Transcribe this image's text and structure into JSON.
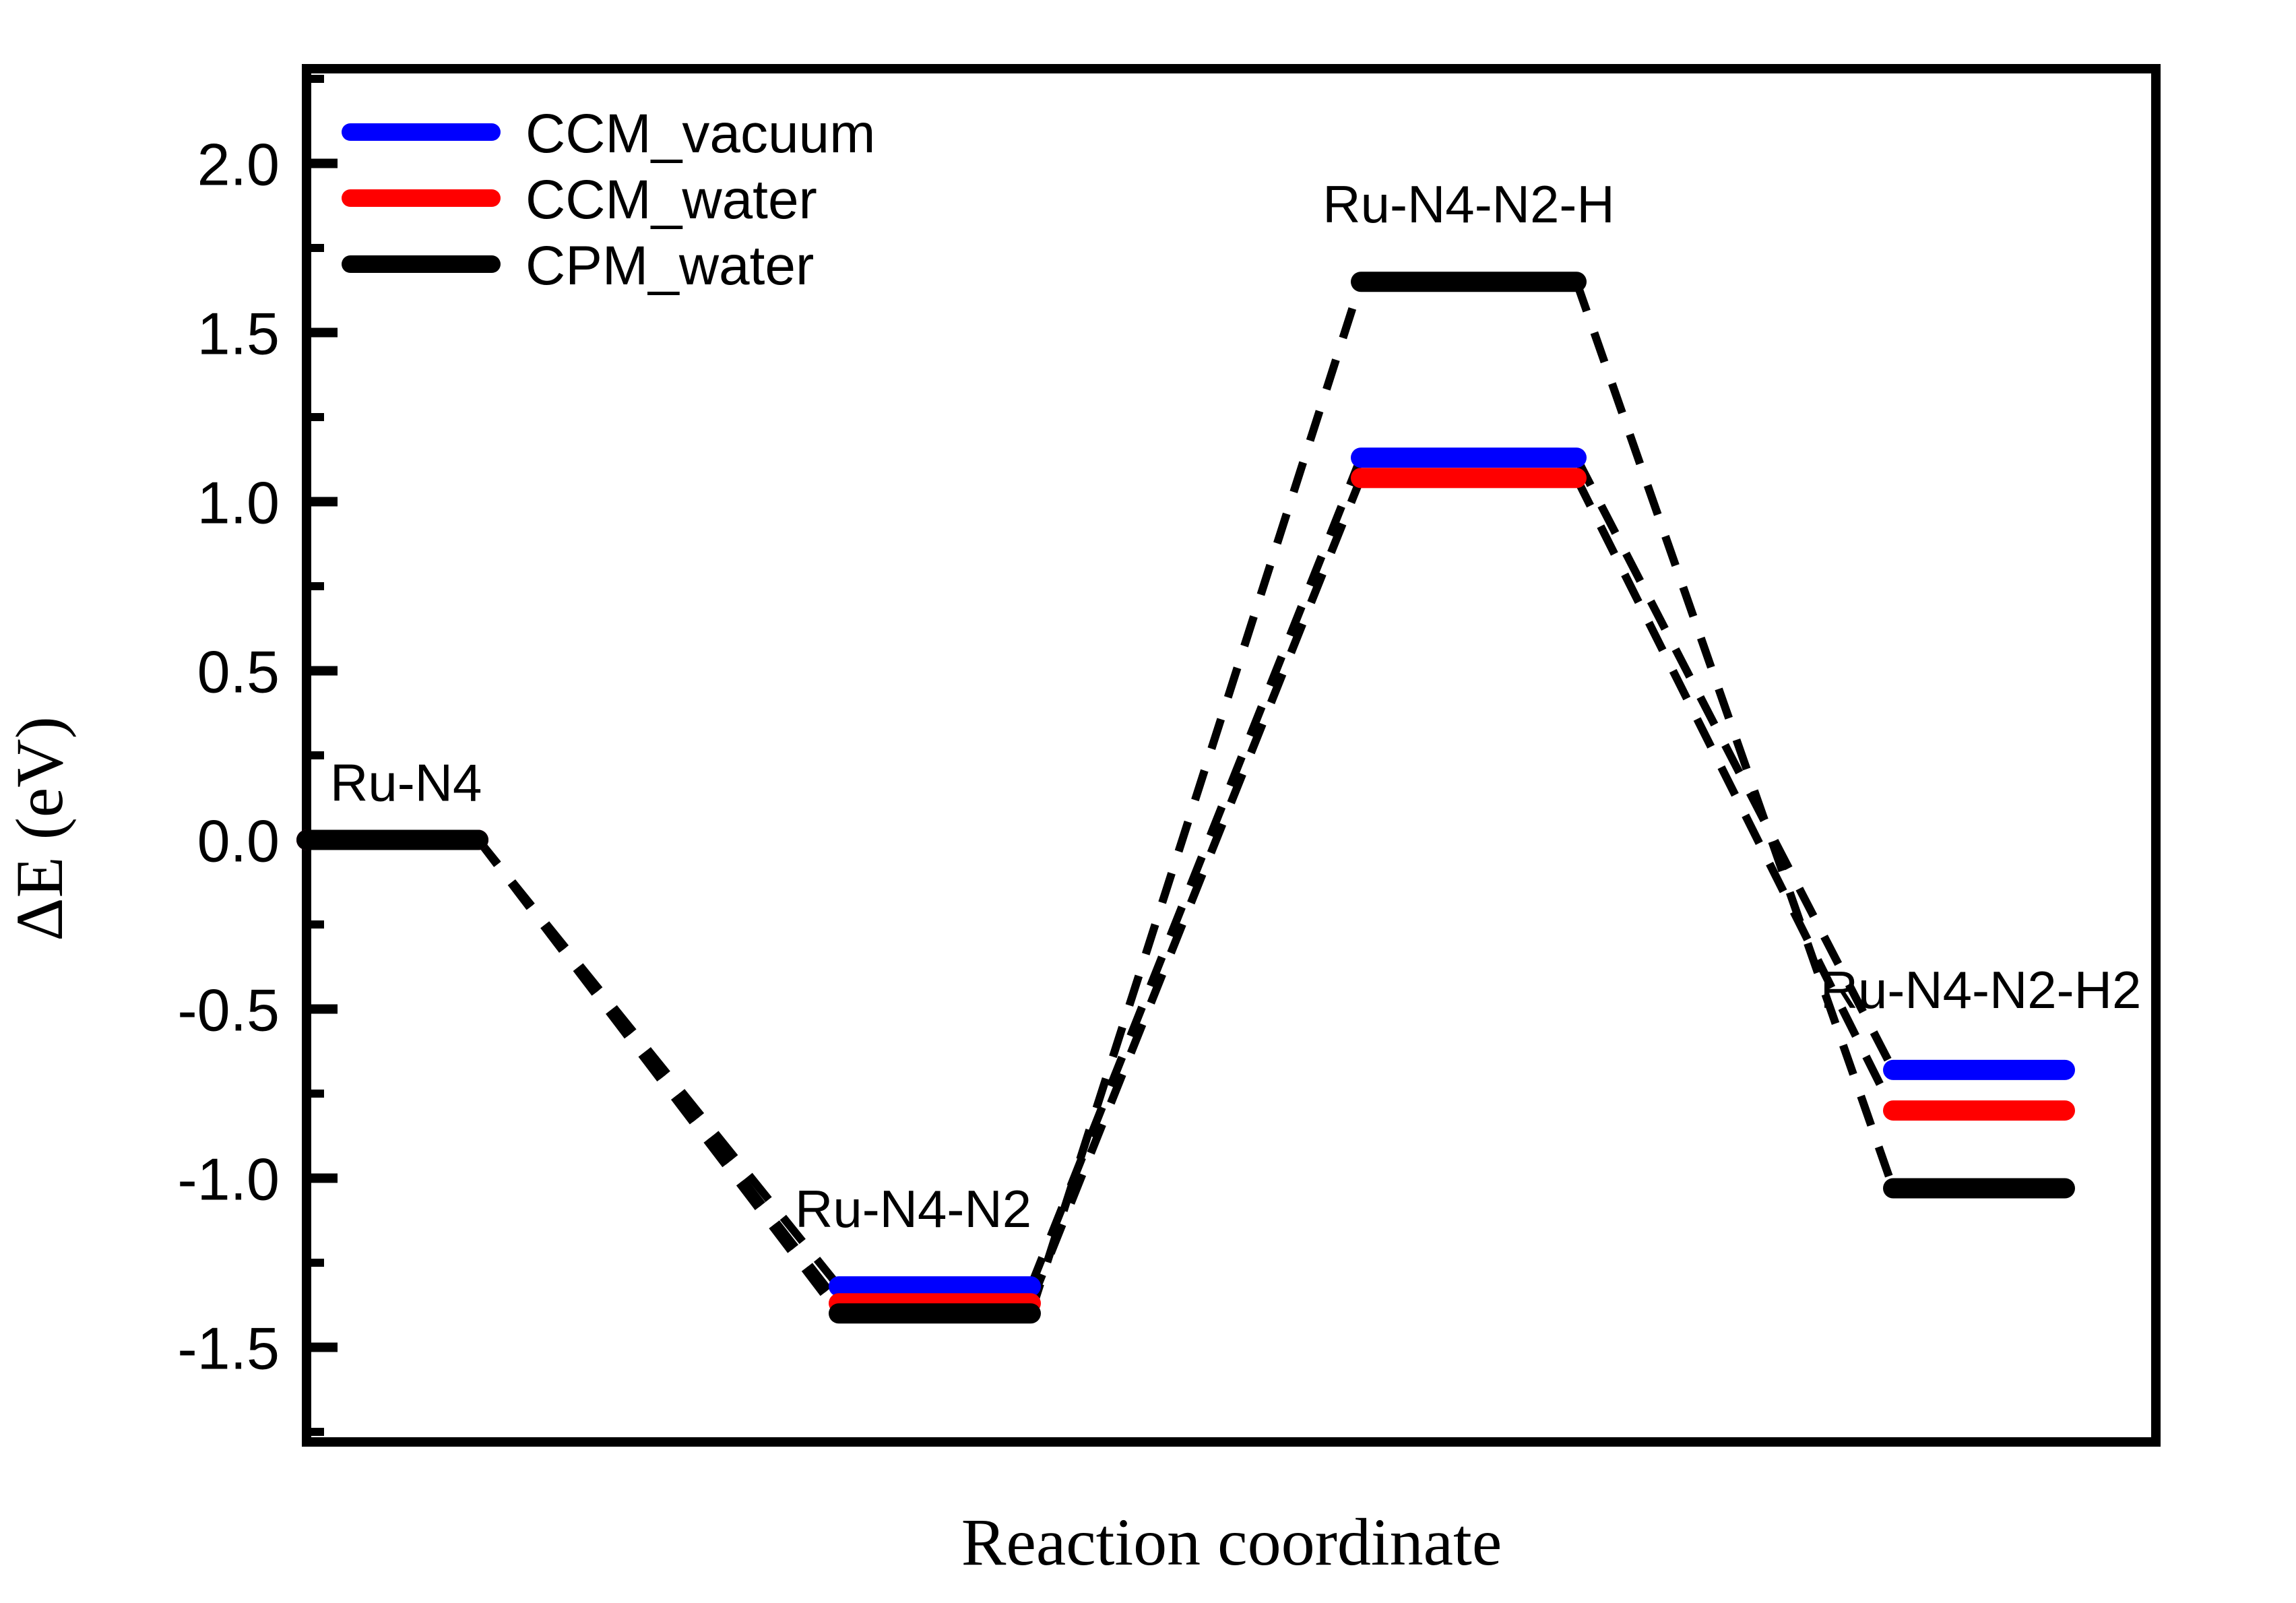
{
  "chart_data": {
    "type": "line",
    "title": "",
    "xlabel": "Reaction coordinate",
    "ylabel": "ΔE (eV)",
    "ylim": [
      -1.78,
      2.28
    ],
    "yticks": [
      "2.0",
      "1.5",
      "1.0",
      "0.5",
      "0.0",
      "-0.5",
      "-1.0",
      "-1.5"
    ],
    "ytick_values": [
      2.0,
      1.5,
      1.0,
      0.5,
      0.0,
      -0.5,
      -1.0,
      -1.5
    ],
    "minor_ticks": true,
    "grid": false,
    "legend_position": "top-left",
    "categories": [
      "Ru-N4",
      "Ru-N4-N2",
      "Ru-N4-N2-H",
      "Ru-N4-N2-H2"
    ],
    "series": [
      {
        "name": "CCM_vacuum",
        "color": "#0000ff",
        "values": [
          0.0,
          -1.32,
          1.13,
          -0.68
        ]
      },
      {
        "name": "CCM_water",
        "color": "#ff0000",
        "values": [
          0.0,
          -1.37,
          1.07,
          -0.8
        ]
      },
      {
        "name": "CPM_water",
        "color": "#000000",
        "values": [
          0.0,
          -1.4,
          1.65,
          -1.03
        ]
      }
    ],
    "annotations": [
      {
        "text": "Ru-N4",
        "value": 0.0
      },
      {
        "text": "Ru-N4-N2",
        "value": -1.32
      },
      {
        "text": "Ru-N4-N2-H",
        "value": 1.65
      },
      {
        "text": "Ru-N4-N2-H2",
        "value": -0.68
      }
    ]
  },
  "legend": {
    "items": [
      {
        "label": "CCM_vacuum",
        "color": "#0000ff"
      },
      {
        "label": "CCM_water",
        "color": "#ff0000"
      },
      {
        "label": "CPM_water",
        "color": "#000000"
      }
    ]
  },
  "axes": {
    "x_title": "Reaction coordinate",
    "y_title": "ΔE (eV)",
    "y_ticks": [
      "2.0",
      "1.5",
      "1.0",
      "0.5",
      "0.0",
      "-0.5",
      "-1.0",
      "-1.5"
    ]
  },
  "state_labels": {
    "s0": "Ru-N4",
    "s1": "Ru-N4-N2",
    "s2": "Ru-N4-N2-H",
    "s3": "Ru-N4-N2-H2"
  }
}
